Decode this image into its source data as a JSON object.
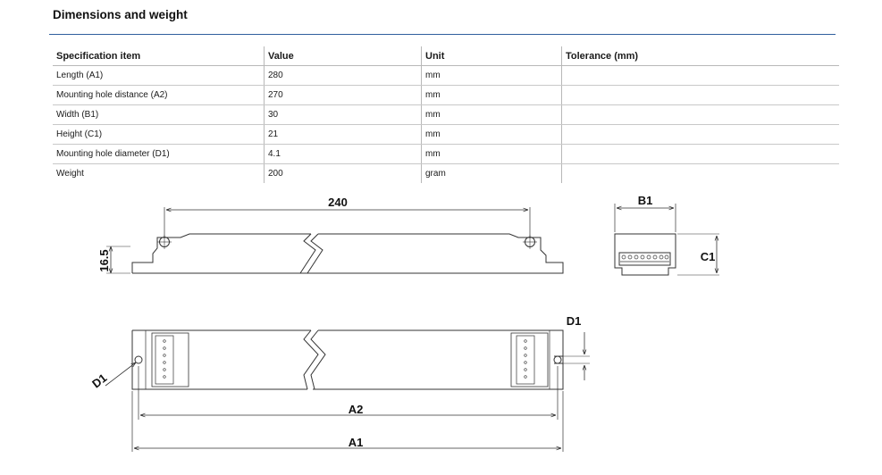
{
  "title": "Dimensions and weight",
  "table": {
    "headers": [
      "Specification item",
      "Value",
      "Unit",
      "Tolerance (mm)"
    ],
    "rows": [
      [
        "Length (A1)",
        "280",
        "mm",
        ""
      ],
      [
        "Mounting hole distance (A2)",
        "270",
        "mm",
        ""
      ],
      [
        "Width (B1)",
        "30",
        "mm",
        ""
      ],
      [
        "Height (C1)",
        "21",
        "mm",
        ""
      ],
      [
        "Mounting hole diameter (D1)",
        "4.1",
        "mm",
        ""
      ],
      [
        "Weight",
        "200",
        "gram",
        ""
      ]
    ]
  },
  "drawing": {
    "side_view_length": "240",
    "side_view_height": "16.5",
    "end_view_width": "B1",
    "end_view_height": "C1",
    "top_view_hole_diameter_right": "D1",
    "top_view_hole_diameter_left": "D1",
    "top_view_hole_distance": "A2",
    "top_view_length": "A1"
  }
}
